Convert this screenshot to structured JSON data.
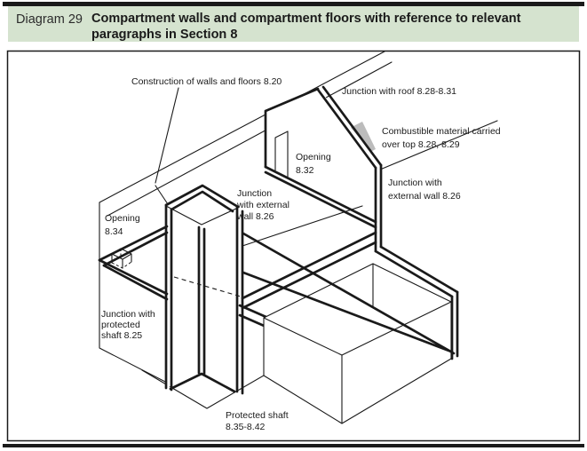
{
  "header": {
    "kicker": "Diagram 29",
    "title_line1": "Compartment walls and compartment floors with reference to relevant",
    "title_line2": "paragraphs in Section 8"
  },
  "colors": {
    "band": "#d5e3cf",
    "rule": "#1a1a1a",
    "ink": "#1a1a1a",
    "line": "#1a1a1a",
    "grey": "#bcbcbc"
  },
  "labels": {
    "construction": "Construction of walls and floors 8.20",
    "junction_roof": "Junction with roof 8.28-8.31",
    "combustible_1": "Combustible material carried",
    "combustible_2": "over top 8.28, 8.29",
    "opening_832_1": "Opening",
    "opening_832_2": "8.32",
    "junction_ext_right_1": "Junction with",
    "junction_ext_right_2": "external wall 8.26",
    "junction_ext_mid_1": "Junction",
    "junction_ext_mid_2": "with external",
    "junction_ext_mid_3": "wall 8.26",
    "opening_834_1": "Opening",
    "opening_834_2": "8.34",
    "junction_shaft_1": "Junction with",
    "junction_shaft_2": "protected",
    "junction_shaft_3": "shaft 8.25",
    "protected_shaft_1": "Protected shaft",
    "protected_shaft_2": "8.35-8.42"
  }
}
